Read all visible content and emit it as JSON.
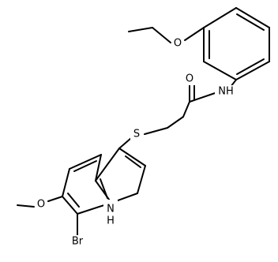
{
  "structure": {
    "atoms": {
      "oxygen_ethoxy": "O",
      "nitrogen_amide": "NH",
      "oxygen_carbonyl": "O",
      "sulfur": "S",
      "nitrogen_indole": "NH",
      "nitrogen_indole_n": "N",
      "nitrogen_indole_h": "H",
      "oxygen_methoxy": "O",
      "bromine": "Br"
    }
  }
}
